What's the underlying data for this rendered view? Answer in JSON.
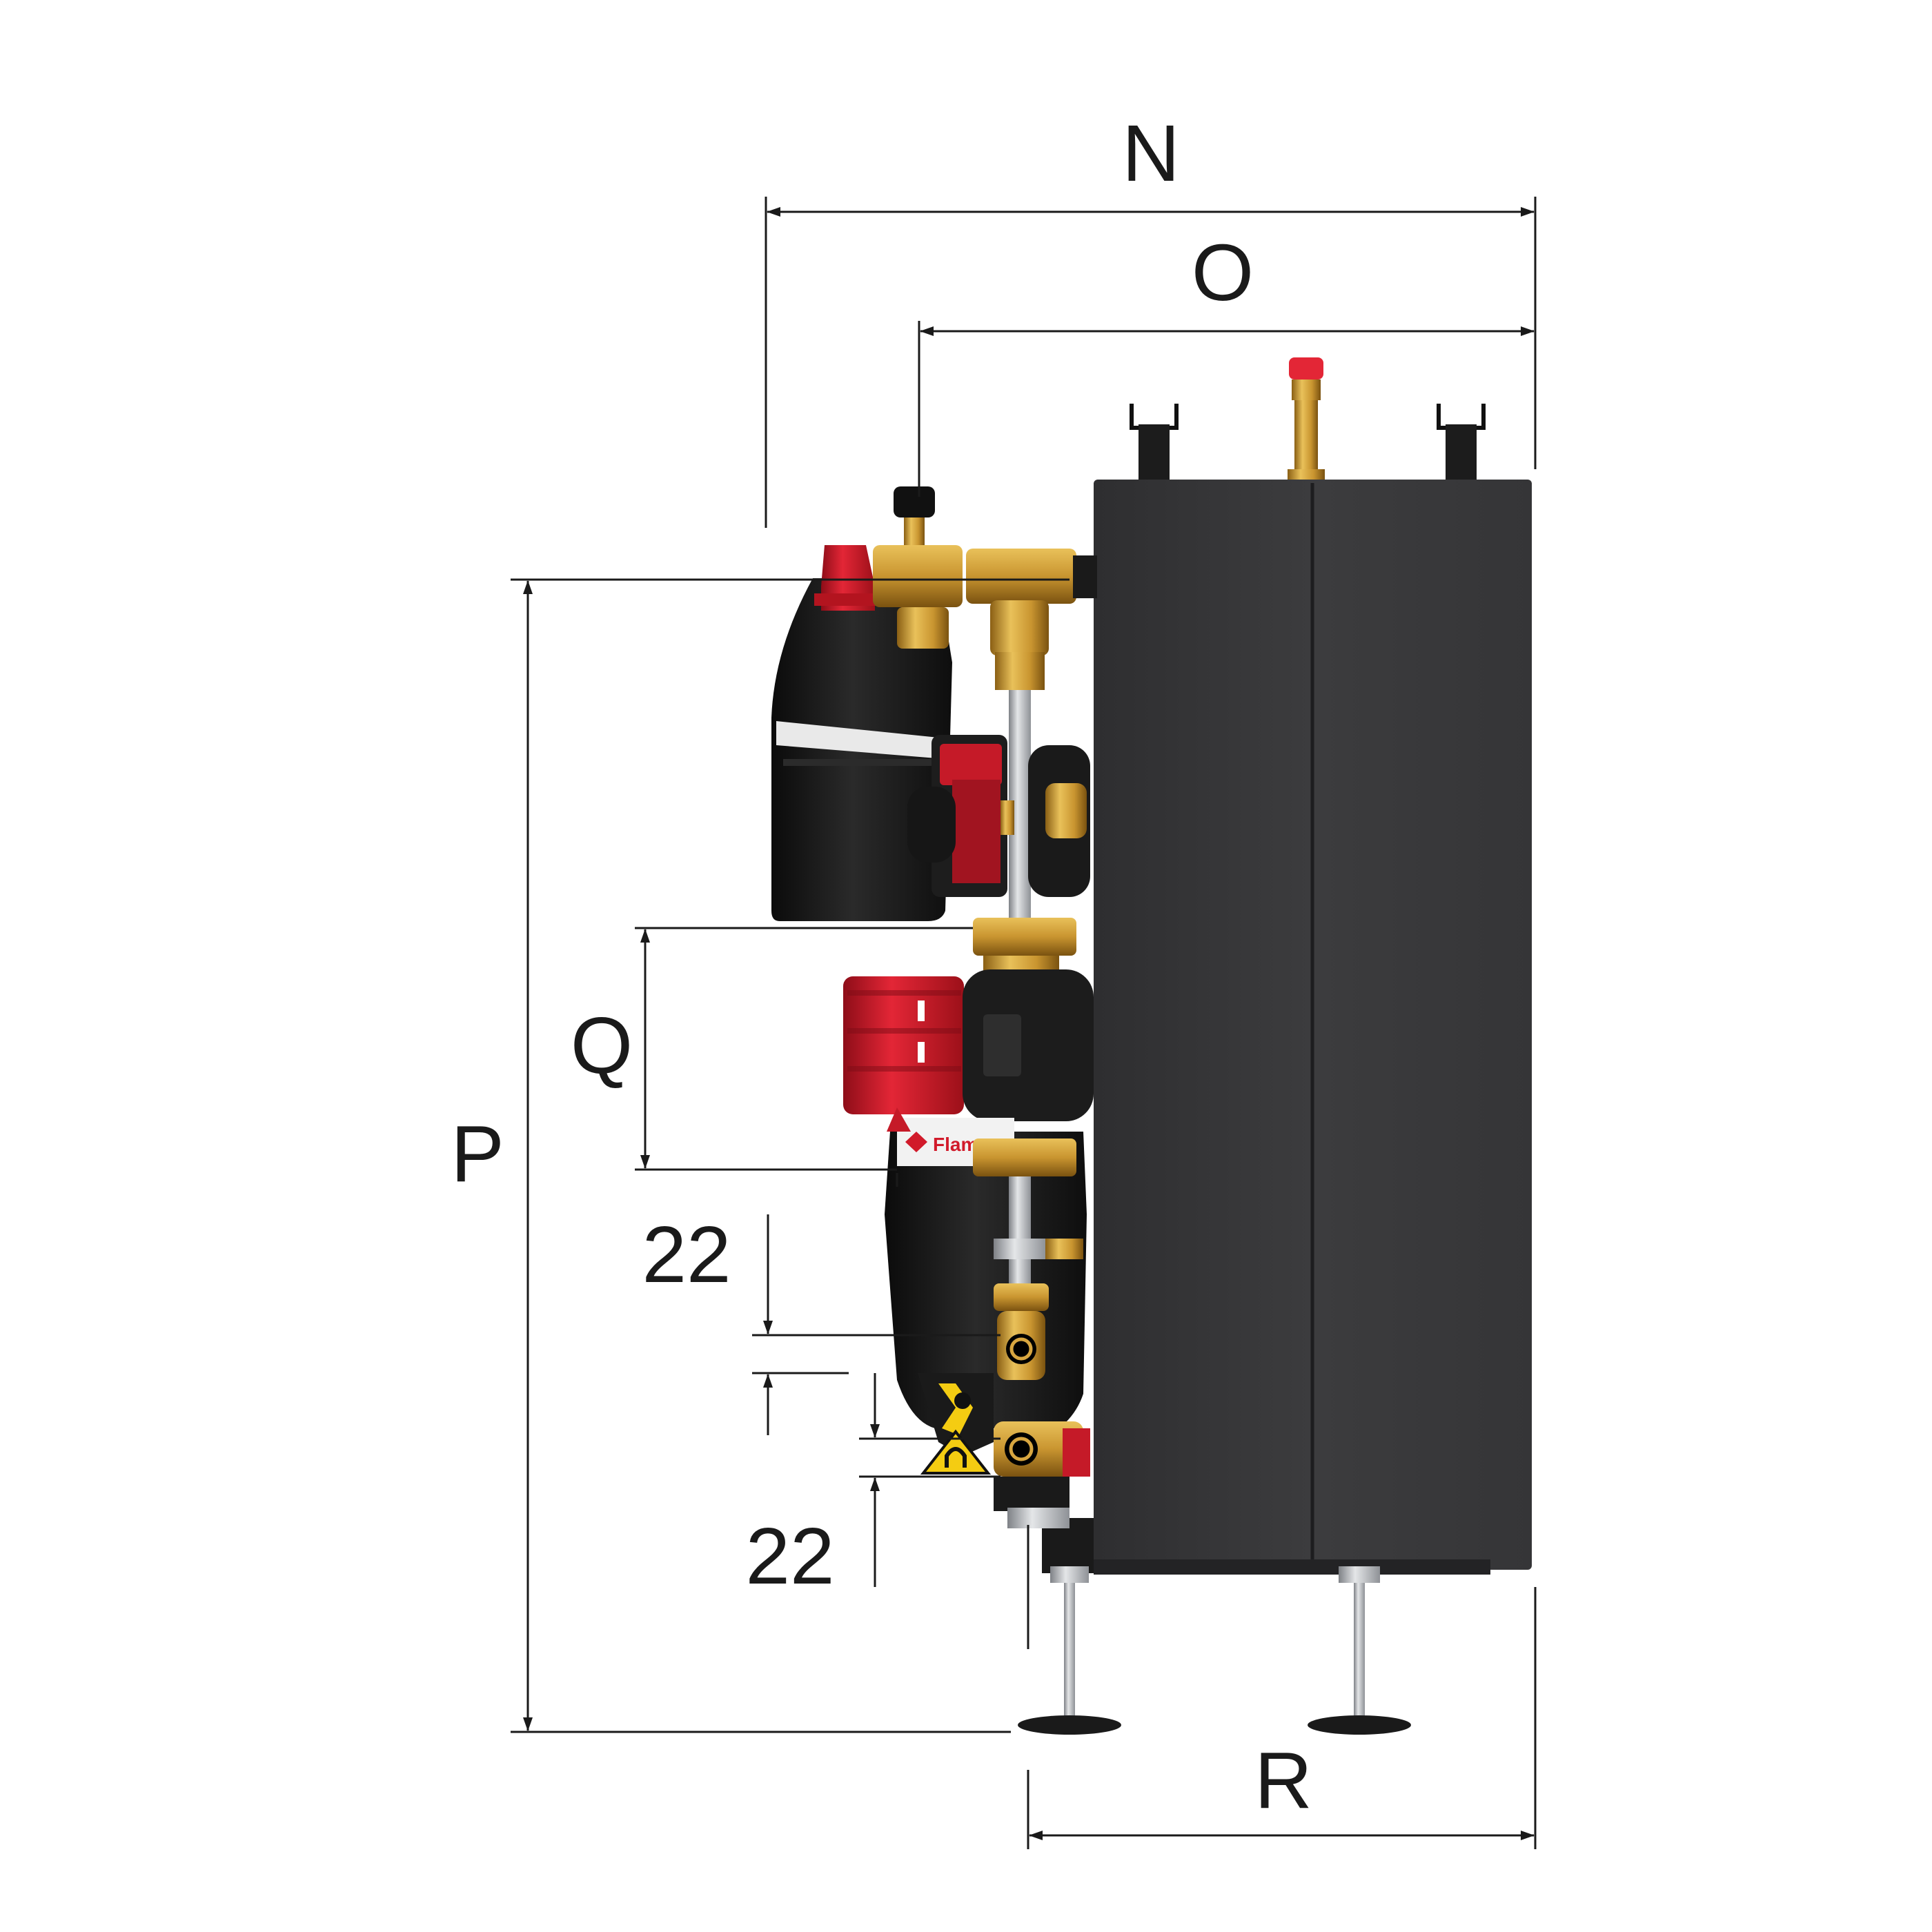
{
  "dimensions": {
    "n": "N",
    "o": "O",
    "p": "P",
    "q": "Q",
    "r": "R",
    "pipe_upper": "22",
    "pipe_lower": "22"
  },
  "labels": {
    "brand": "Flamco"
  },
  "colors": {
    "cabinet": "#3a3a3c",
    "cabinet_edge": "#2b2b2d",
    "insulation": "#161616",
    "red": "#d11a2a",
    "brass": "#c9952c",
    "steel": "#b9bcc0",
    "dim_line": "#1a1a1a",
    "warning": "#f4cc12"
  },
  "icons": [
    "magnet-warning-icon"
  ]
}
